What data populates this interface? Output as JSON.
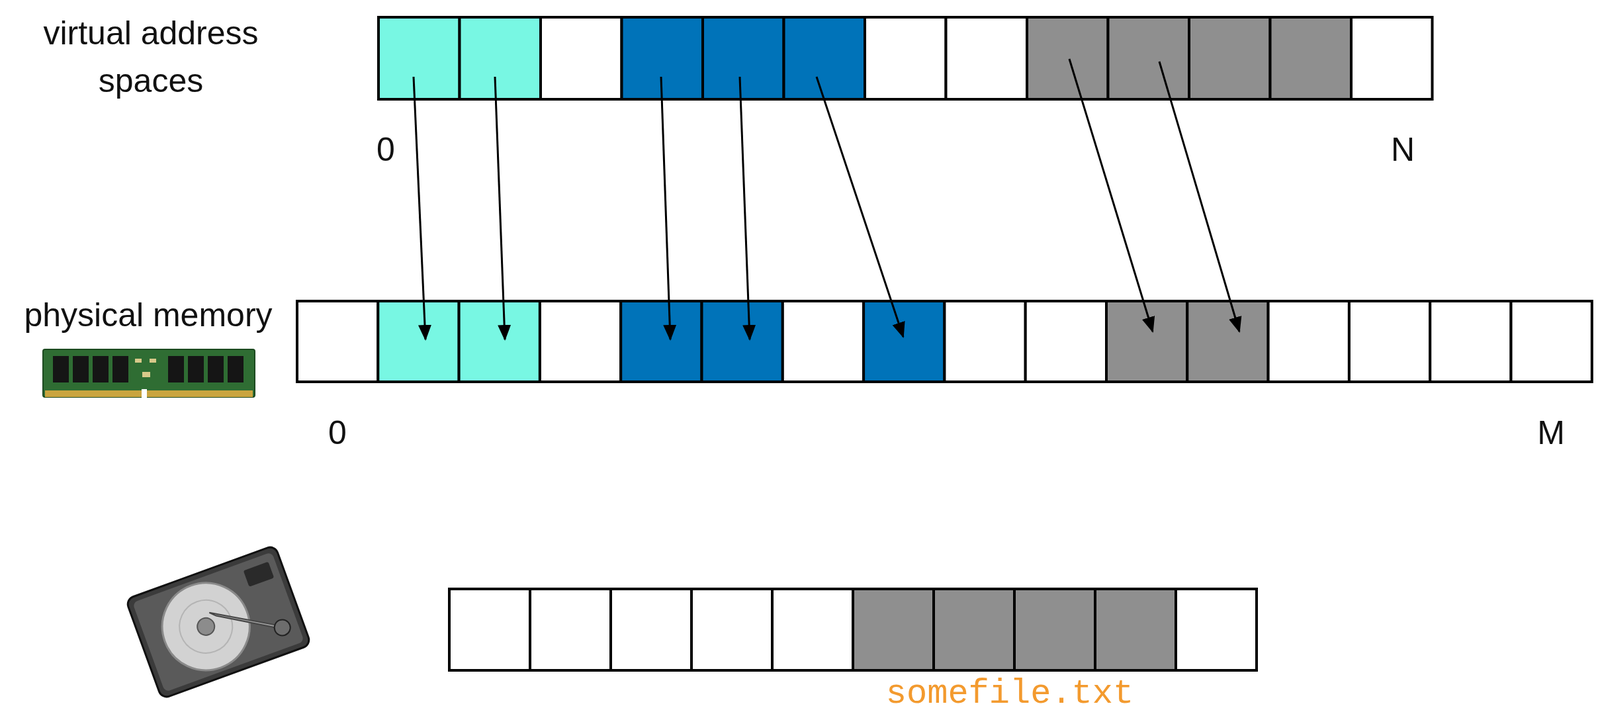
{
  "diagram": {
    "labels": [
      "virtual address spaces",
      "0",
      "N",
      "physical memory",
      "0",
      "M",
      "somefile.txt"
    ]
  }
}
